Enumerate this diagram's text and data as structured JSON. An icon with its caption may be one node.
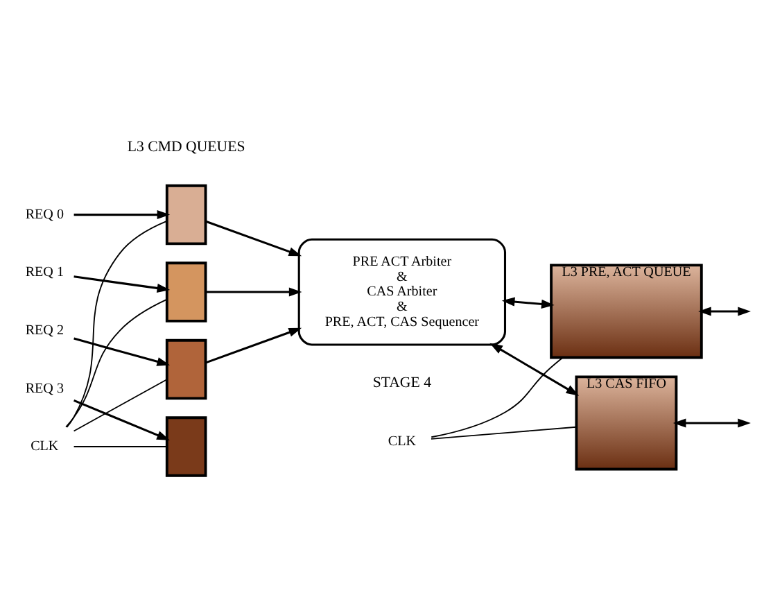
{
  "diagram": {
    "nodes": [
      {
        "text": [
          "REQ 0"
        ]
      },
      {
        "text": [
          "REQ 1"
        ]
      },
      {
        "text": [
          "REQ 2"
        ]
      },
      {
        "text": [
          "REQ 3"
        ]
      },
      {
        "text": [],
        "shape": "box"
      },
      {
        "text": [],
        "shape": "box"
      },
      {
        "text": [],
        "shape": "box"
      },
      {
        "text": [],
        "shape": "box"
      },
      {
        "text": [
          "PRE ACT Arbiter",
          "&",
          "CAS Arbiter",
          "&",
          "PRE, ACT, CAS Sequencer"
        ]
      },
      {
        "text": [
          "L3 PRE, ACT QUEUE"
        ]
      },
      {
        "text": [
          "L3 CAS FIFO"
        ]
      },
      {
        "text": [
          "CLK"
        ]
      },
      {
        "text": [
          "CLK"
        ]
      }
    ],
    "edges": [
      {
        "from": 0,
        "to": 4,
        "arrow": "to"
      },
      {
        "from": 1,
        "to": 5,
        "arrow": "to"
      },
      {
        "from": 2,
        "to": 6,
        "arrow": "to"
      },
      {
        "from": 3,
        "to": 7,
        "arrow": "to"
      },
      {
        "from": 11,
        "to": 4,
        "arrow": "none"
      },
      {
        "from": 11,
        "to": 5,
        "arrow": "none"
      },
      {
        "from": 11,
        "to": 6,
        "arrow": "none"
      },
      {
        "from": 11,
        "to": 7,
        "arrow": "none"
      },
      {
        "from": 4,
        "to": 8,
        "arrow": "to"
      },
      {
        "from": 5,
        "to": 8,
        "arrow": "to"
      },
      {
        "from": 6,
        "to": 8,
        "arrow": "to"
      },
      {
        "from": 8,
        "to": 9,
        "arrow": "both"
      },
      {
        "from": 8,
        "to": 10,
        "arrow": "both"
      },
      {
        "from": 12,
        "to": 9,
        "arrow": "none"
      },
      {
        "from": 12,
        "to": 10,
        "arrow": "none"
      },
      {
        "from": 9,
        "to": null,
        "arrow": "both"
      },
      {
        "from": 10,
        "to": null,
        "arrow": "both"
      }
    ],
    "labels": [
      "L3 CMD QUEUES",
      "STAGE 4"
    ]
  }
}
